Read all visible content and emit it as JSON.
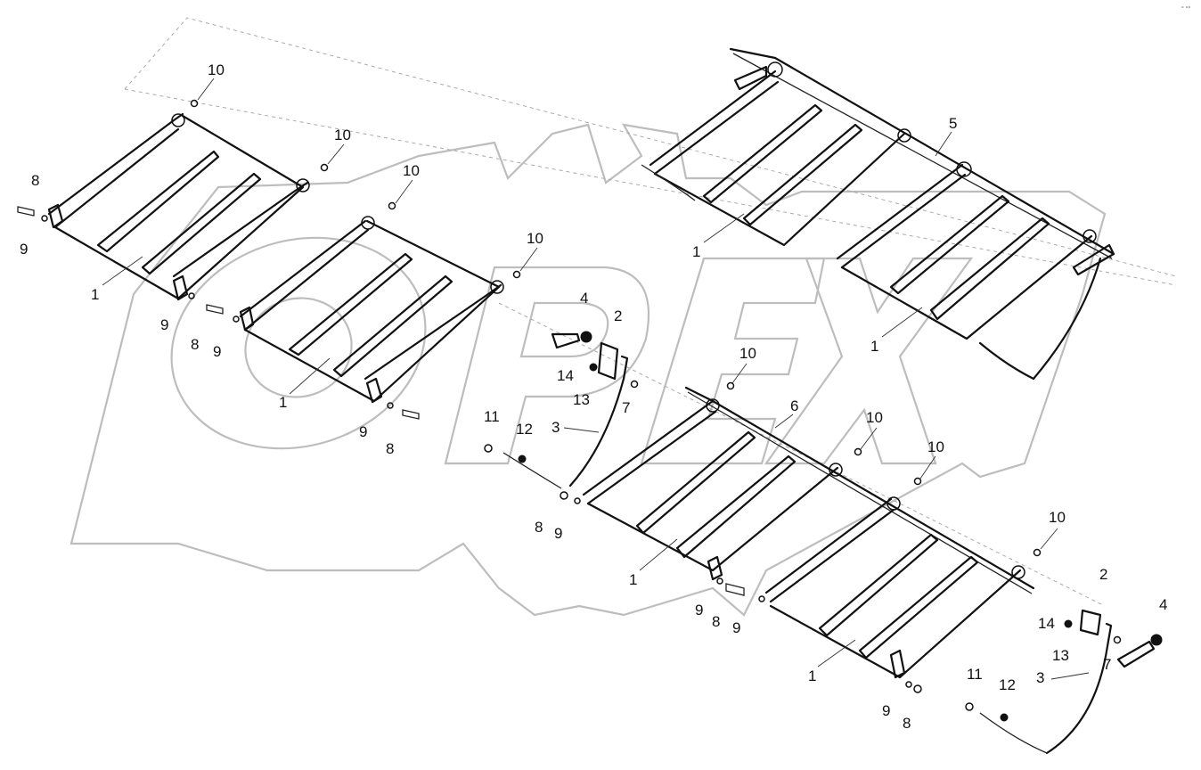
{
  "watermark": {
    "text": "OPEX",
    "color": "#bdbdbd"
  },
  "corner_mark": "° °°",
  "callouts": [
    {
      "id": "c1",
      "label": "10"
    },
    {
      "id": "c2",
      "label": "10"
    },
    {
      "id": "c3",
      "label": "10"
    },
    {
      "id": "c4",
      "label": "8"
    },
    {
      "id": "c5",
      "label": "9"
    },
    {
      "id": "c6",
      "label": "1"
    },
    {
      "id": "c7",
      "label": "9"
    },
    {
      "id": "c8",
      "label": "8"
    },
    {
      "id": "c9",
      "label": "9"
    },
    {
      "id": "c10",
      "label": "10"
    },
    {
      "id": "c11",
      "label": "1"
    },
    {
      "id": "c12",
      "label": "9"
    },
    {
      "id": "c13",
      "label": "8"
    },
    {
      "id": "c14",
      "label": "4"
    },
    {
      "id": "c15",
      "label": "2"
    },
    {
      "id": "c16",
      "label": "14"
    },
    {
      "id": "c17",
      "label": "13"
    },
    {
      "id": "c18",
      "label": "7"
    },
    {
      "id": "c19",
      "label": "11"
    },
    {
      "id": "c20",
      "label": "3"
    },
    {
      "id": "c21",
      "label": "12"
    },
    {
      "id": "c22",
      "label": "5"
    },
    {
      "id": "c23",
      "label": "1"
    },
    {
      "id": "c24",
      "label": "1"
    },
    {
      "id": "c25",
      "label": "10"
    },
    {
      "id": "c26",
      "label": "6"
    },
    {
      "id": "c27",
      "label": "10"
    },
    {
      "id": "c28",
      "label": "10"
    },
    {
      "id": "c29",
      "label": "8"
    },
    {
      "id": "c30",
      "label": "9"
    },
    {
      "id": "c31",
      "label": "1"
    },
    {
      "id": "c32",
      "label": "9"
    },
    {
      "id": "c33",
      "label": "8"
    },
    {
      "id": "c34",
      "label": "9"
    },
    {
      "id": "c35",
      "label": "10"
    },
    {
      "id": "c36",
      "label": "2"
    },
    {
      "id": "c37",
      "label": "4"
    },
    {
      "id": "c38",
      "label": "14"
    },
    {
      "id": "c39",
      "label": "13"
    },
    {
      "id": "c40",
      "label": "7"
    },
    {
      "id": "c41",
      "label": "1"
    },
    {
      "id": "c42",
      "label": "11"
    },
    {
      "id": "c43",
      "label": "3"
    },
    {
      "id": "c44",
      "label": "12"
    },
    {
      "id": "c45",
      "label": "9"
    },
    {
      "id": "c46",
      "label": "8"
    }
  ]
}
